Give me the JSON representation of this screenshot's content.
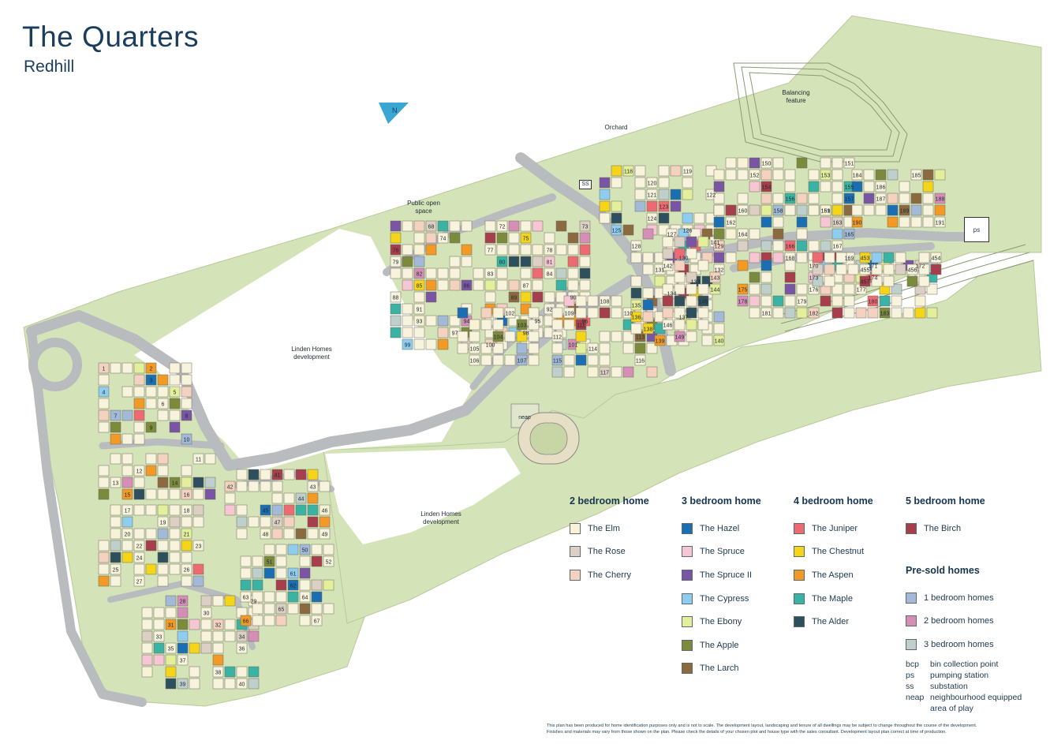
{
  "title": "The Quarters",
  "subtitle": "Redhill",
  "north_marker": "N",
  "map_labels": {
    "balancing_feature": "Balancing feature",
    "orchard": "Orchard",
    "public_open_space": "Public open space",
    "linden_homes_1": "Linden Homes development",
    "linden_homes_2": "Linden Homes development",
    "neap": "neap",
    "ps": "ps",
    "ss": "SS"
  },
  "plot_numbers": [
    "1",
    "2",
    "3",
    "4",
    "5",
    "6",
    "7",
    "8",
    "9",
    "10",
    "11",
    "12",
    "13",
    "14",
    "15",
    "16",
    "17",
    "18",
    "19",
    "20",
    "21",
    "22",
    "23",
    "24",
    "25",
    "26",
    "27",
    "28",
    "29",
    "30",
    "31",
    "32",
    "33",
    "34",
    "35",
    "36",
    "37",
    "38",
    "39",
    "40",
    "41",
    "42",
    "43",
    "44",
    "45",
    "46",
    "47",
    "48",
    "49",
    "50",
    "51",
    "52",
    "61",
    "62",
    "63",
    "64",
    "65",
    "66",
    "67",
    "68",
    "72",
    "73",
    "74",
    "75",
    "76",
    "77",
    "78",
    "79",
    "80",
    "81",
    "82",
    "83",
    "84",
    "85",
    "86",
    "87",
    "88",
    "89",
    "90",
    "91",
    "92",
    "93",
    "94",
    "95",
    "96",
    "97",
    "98",
    "99",
    "100",
    "101",
    "102",
    "103",
    "104",
    "105",
    "106",
    "107",
    "108",
    "109",
    "110",
    "111",
    "112",
    "113",
    "114",
    "115",
    "116",
    "117",
    "118",
    "119",
    "120",
    "121",
    "122",
    "123",
    "124",
    "125",
    "126",
    "127",
    "128",
    "129",
    "130",
    "131",
    "132",
    "133",
    "134",
    "135",
    "136",
    "137",
    "138",
    "139",
    "140",
    "141",
    "142",
    "143",
    "144",
    "145",
    "146",
    "149",
    "150",
    "151",
    "152",
    "153",
    "154",
    "155",
    "156",
    "157",
    "158",
    "159",
    "160",
    "161",
    "162",
    "163",
    "164",
    "165",
    "166",
    "167",
    "168",
    "169",
    "170",
    "171",
    "172",
    "173",
    "174",
    "175",
    "176",
    "177",
    "178",
    "179",
    "180",
    "181",
    "182",
    "183",
    "184",
    "185",
    "186",
    "187",
    "188",
    "189",
    "190",
    "191",
    "453",
    "454",
    "455",
    "456",
    "457"
  ],
  "colors": {
    "grass": "#d5e4b8",
    "road": "#b9bcbe",
    "plot_default": "#f7f3dc"
  },
  "legend": {
    "two_bed": {
      "heading": "2 bedroom home",
      "items": [
        {
          "label": "The Elm",
          "color": "#f8f2d6"
        },
        {
          "label": "The Rose",
          "color": "#dcd0c4"
        },
        {
          "label": "The Cherry",
          "color": "#f5d2c0"
        }
      ]
    },
    "three_bed": {
      "heading": "3 bedroom home",
      "items": [
        {
          "label": "The Hazel",
          "color": "#1b6eb2"
        },
        {
          "label": "The Spruce",
          "color": "#f7c6d4"
        },
        {
          "label": "The Spruce II",
          "color": "#7a55a3"
        },
        {
          "label": "The Cypress",
          "color": "#8fcdf0"
        },
        {
          "label": "The Ebony",
          "color": "#e4ef9c"
        },
        {
          "label": "The Apple",
          "color": "#7c8a3c"
        },
        {
          "label": "The Larch",
          "color": "#8c6a3f"
        }
      ]
    },
    "four_bed": {
      "heading": "4 bedroom home",
      "items": [
        {
          "label": "The Juniper",
          "color": "#ec6b72"
        },
        {
          "label": "The Chestnut",
          "color": "#f4d51a"
        },
        {
          "label": "The Aspen",
          "color": "#f29a25"
        },
        {
          "label": "The Maple",
          "color": "#3ab3a4"
        },
        {
          "label": "The Alder",
          "color": "#2d4f5e"
        }
      ]
    },
    "five_bed": {
      "heading": "5 bedroom home",
      "items": [
        {
          "label": "The Birch",
          "color": "#a63e4b"
        }
      ]
    },
    "presold": {
      "heading": "Pre-sold homes",
      "items": [
        {
          "label": "1 bedroom homes",
          "color": "#a2bad8"
        },
        {
          "label": "2 bedroom homes",
          "color": "#d58fb7"
        },
        {
          "label": "3 bedroom homes",
          "color": "#bfd0cc"
        }
      ]
    }
  },
  "abbreviations": [
    {
      "key": "bcp",
      "text": "bin collection point"
    },
    {
      "key": "ps",
      "text": "pumping station"
    },
    {
      "key": "ss",
      "text": "substation"
    },
    {
      "key": "neap",
      "text": "neighbourhood equipped"
    },
    {
      "key": "",
      "text": "area of play"
    }
  ],
  "disclaimer": [
    "This plan has been produced for home identification purposes only and is not to scale. The development layout, landscaping and tenure of all dwellings may be subject to change throughout the course of the development.",
    "Finishes and materials may vary from those shown on the plan. Please check the details of your chosen plot and house type with the sales consultant. Development layout plan correct at time of production."
  ]
}
